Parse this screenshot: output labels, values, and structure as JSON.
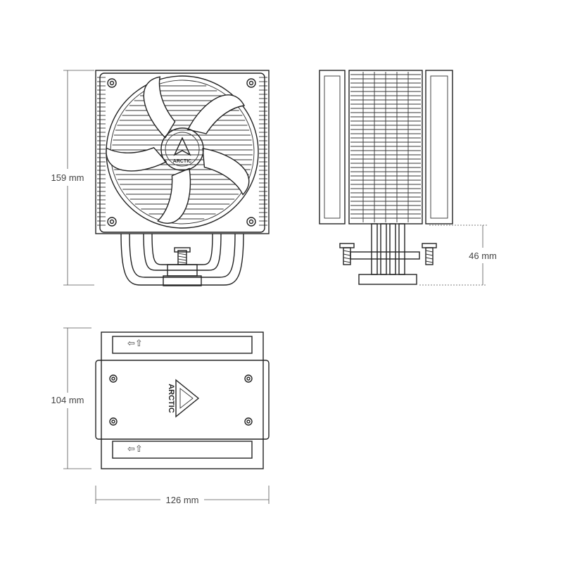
{
  "dimensions": {
    "height": "159 mm",
    "base_height": "46 mm",
    "depth": "104 mm",
    "width": "126 mm"
  },
  "brand": {
    "logo_text": "ARCTIC",
    "mount_arrows": "⇦⇧"
  },
  "colors": {
    "line": "#222222",
    "dimension_line": "#555555",
    "background": "#ffffff"
  }
}
